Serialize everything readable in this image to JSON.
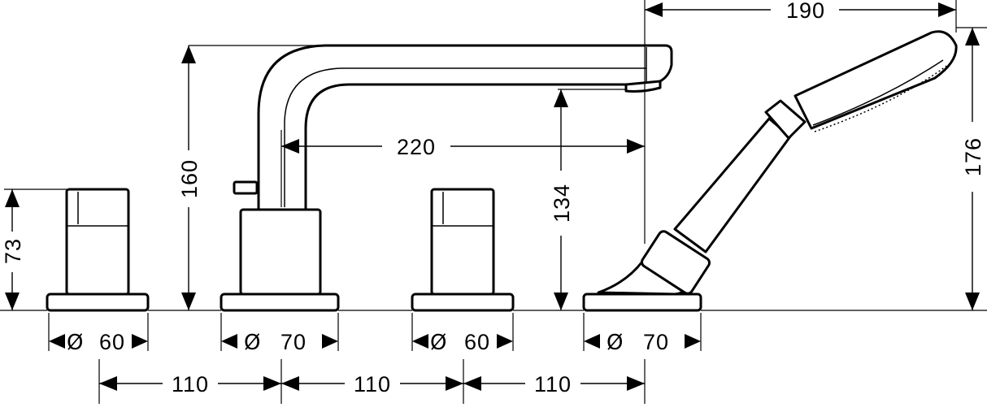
{
  "dimensions": {
    "total_height": "160",
    "spout_outlet_height": "134",
    "handle_height": "73",
    "spout_reach": "220",
    "handshower_height": "176",
    "handshower_offset": "190",
    "spacing_1": "110",
    "spacing_2": "110",
    "spacing_3": "110"
  },
  "diameters": {
    "symbol": "Ø",
    "left_handle": "60",
    "spout_base": "70",
    "right_handle": "60",
    "handshower_base": "70"
  }
}
